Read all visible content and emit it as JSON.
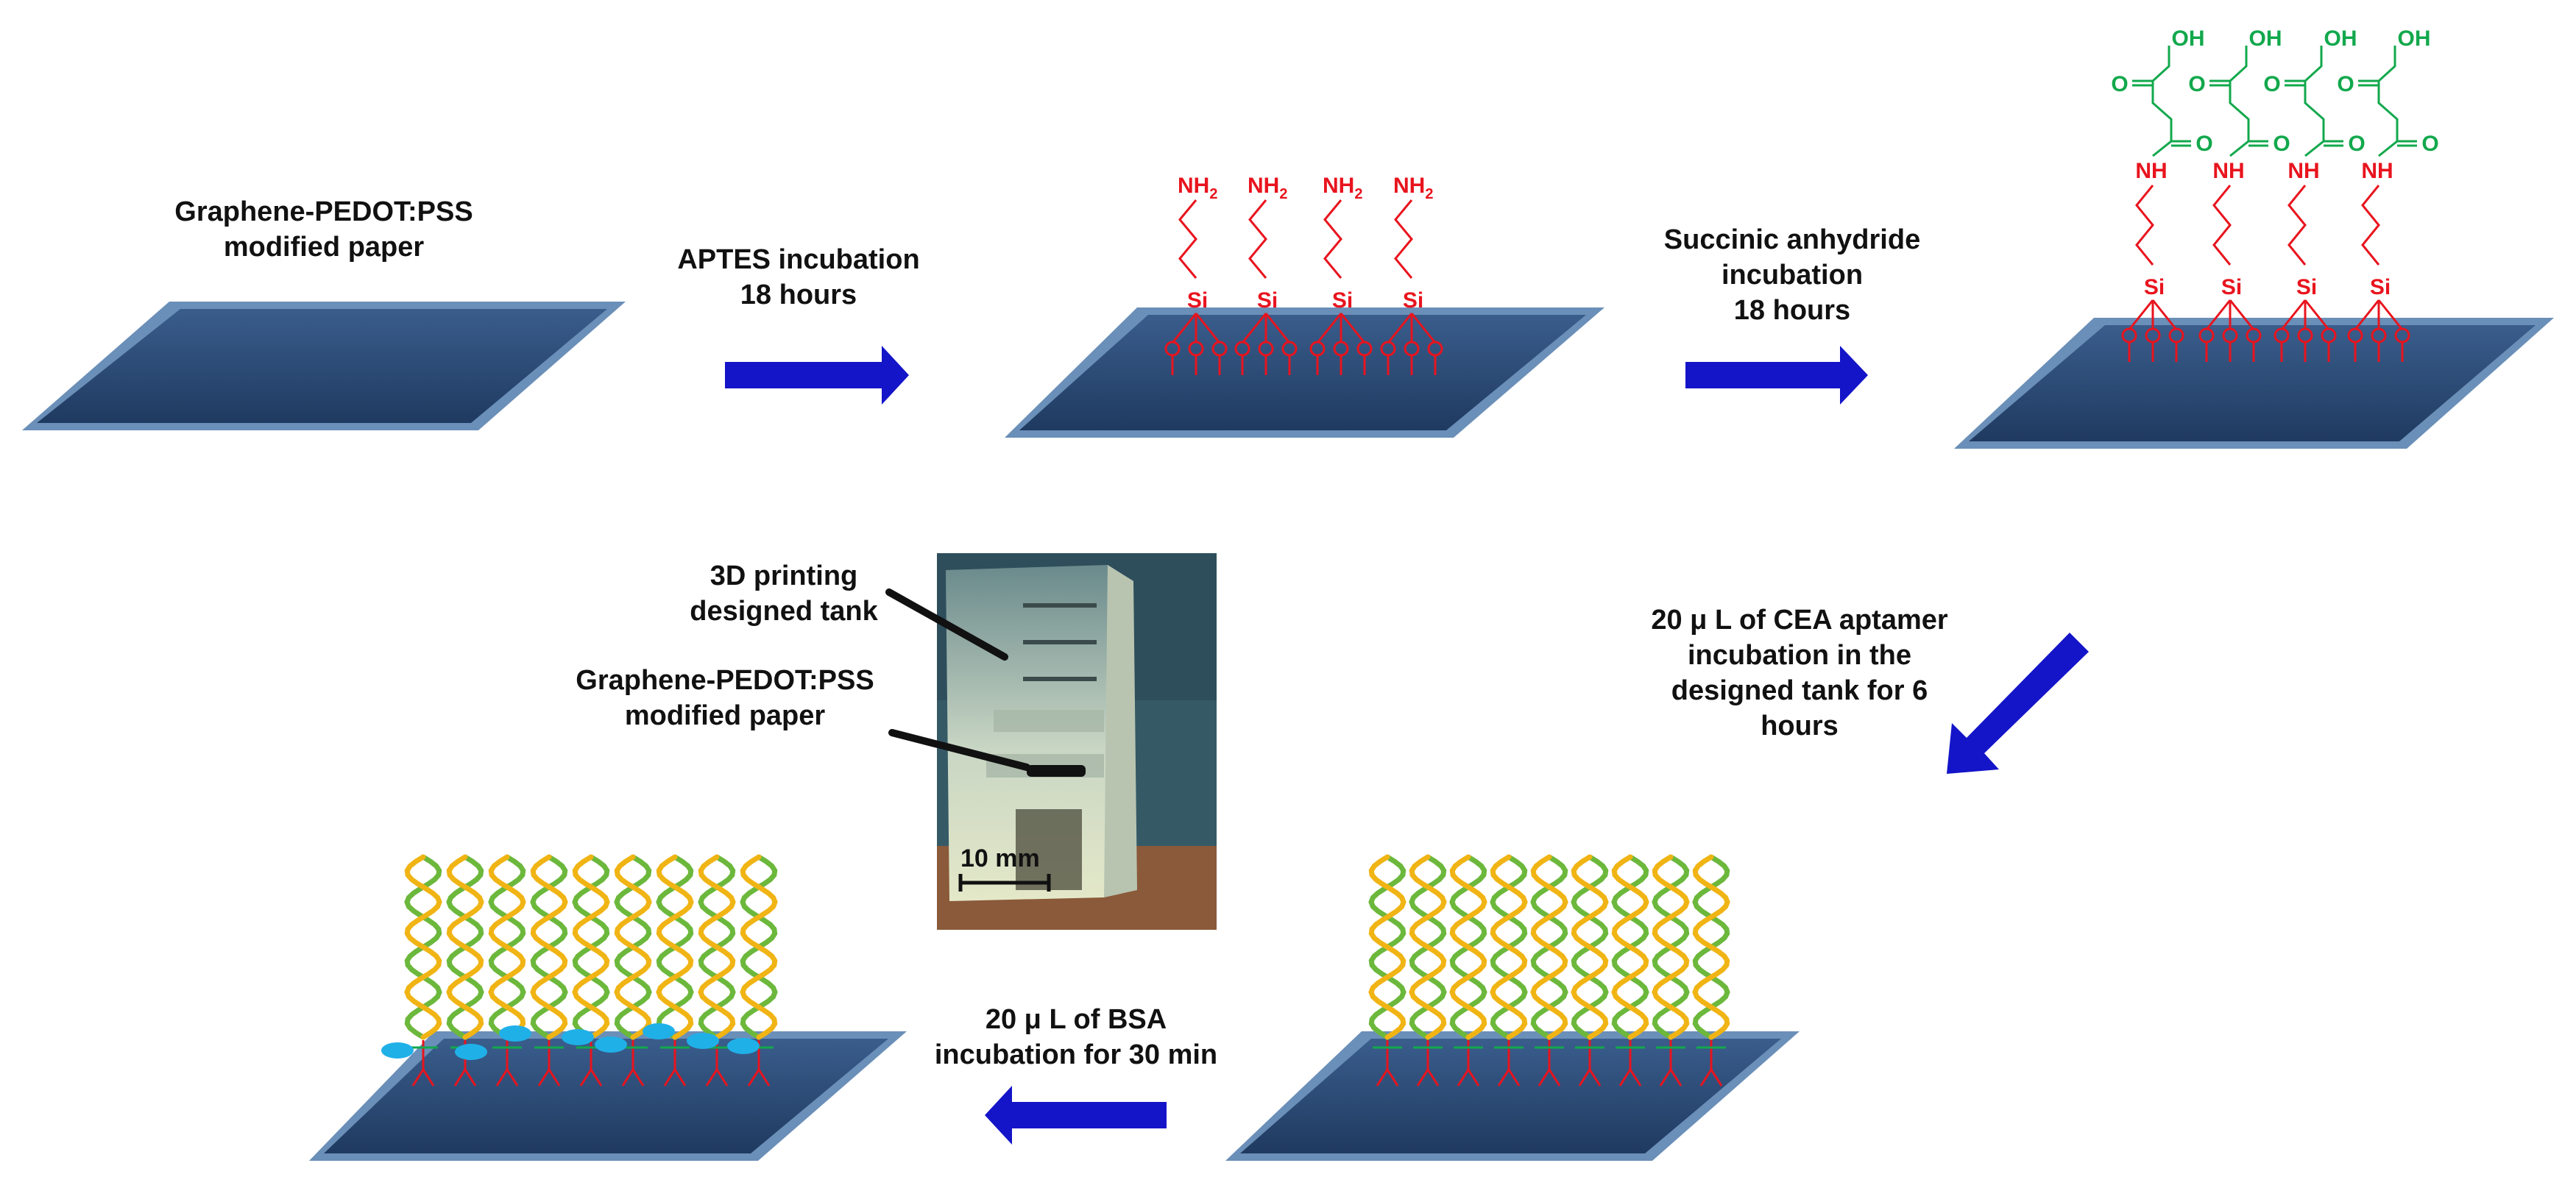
{
  "labels": {
    "start_line1": "Graphene-PEDOT:PSS",
    "start_line2": "modified paper",
    "aptes_line1": "APTES incubation",
    "aptes_line2": "18 hours",
    "succ_line1": "Succinic anhydride",
    "succ_line2": "incubation",
    "succ_line3": "18 hours",
    "cea_line1": "20 μ L of CEA aptamer",
    "cea_line2": "incubation  in the",
    "cea_line3": "designed tank for 6",
    "cea_line4": "hours",
    "bsa_line1": "20 μ L of BSA",
    "bsa_line2": "incubation for 30 min",
    "tank_line1": "3D printing",
    "tank_line2": "designed tank",
    "paper_line1": "Graphene-PEDOT:PSS",
    "paper_line2": "modified paper",
    "scale_bar": "10 mm"
  },
  "chem": {
    "nh2": "NH",
    "nh2_sub": "2",
    "si": "Si",
    "nh": "NH",
    "oh": "OH",
    "o": "O"
  },
  "colors": {
    "substrate": "#2a4872",
    "substrate_edge": "#6a8fb8",
    "arrow": "#1414c8",
    "silane": "#e8141e",
    "succinyl": "#12a84c",
    "dna_green": "#6cb83c",
    "dna_yellow": "#f0b414",
    "bsa": "#20b0e8"
  }
}
